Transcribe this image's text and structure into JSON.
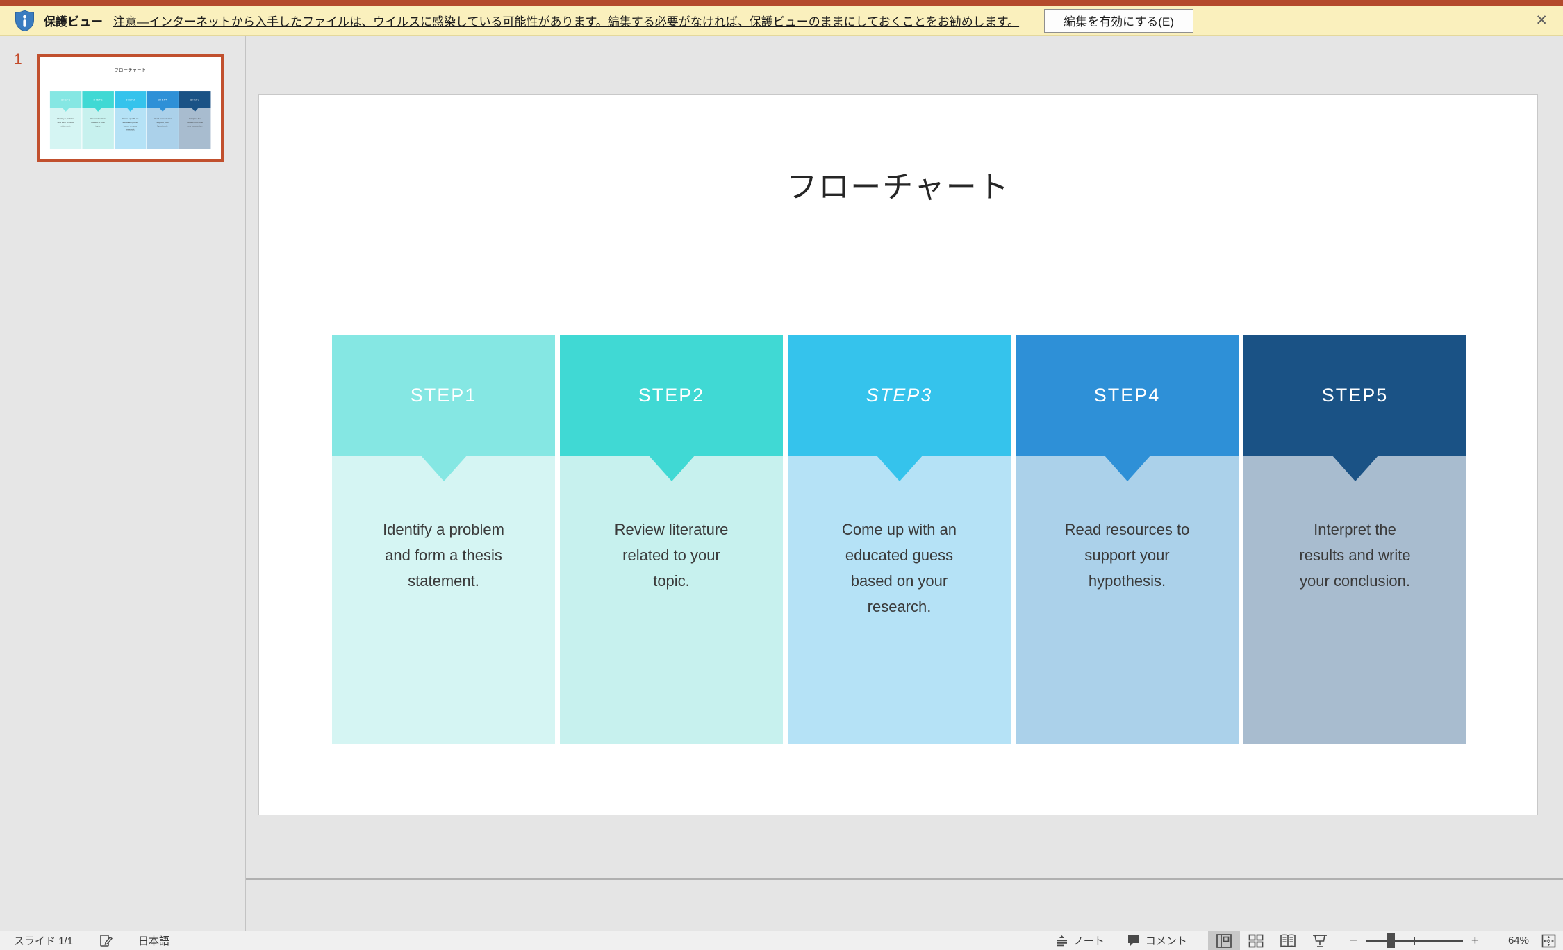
{
  "protected_view_bar": {
    "label": "保護ビュー",
    "message": "注意—インターネットから入手したファイルは、ウイルスに感染している可能性があります。編集する必要がなければ、保護ビューのままにしておくことをお勧めします。",
    "enable_button": "編集を有効にする(E)",
    "close_glyph": "✕",
    "bar_color": "#faf0bd",
    "strip_color": "#b44a2c",
    "shield_color": "#3a7cc0"
  },
  "thumbnail_panel": {
    "slide_number": "1",
    "selected_border_color": "#c1502e"
  },
  "slide": {
    "title": "フローチャート",
    "steps": [
      {
        "label": "STEP1",
        "text": "Identify a problem and form a thesis statement.",
        "header_color": "#85e7e3",
        "body_color": "#d5f5f3",
        "italic": false
      },
      {
        "label": "STEP2",
        "text": "Review literature related to your topic.",
        "header_color": "#40d9d4",
        "body_color": "#c7f1ee",
        "italic": false
      },
      {
        "label": "STEP3",
        "text": "Come up with an educated guess based on your research.",
        "header_color": "#35c3ec",
        "body_color": "#b5e2f6",
        "italic": true
      },
      {
        "label": "STEP4",
        "text": "Read resources to support your hypothesis.",
        "header_color": "#2e90d7",
        "body_color": "#abd1ea",
        "italic": false
      },
      {
        "label": "STEP5",
        "text": "Interpret the results and write your conclusion.",
        "header_color": "#1a5285",
        "body_color": "#a8bccf",
        "italic": false
      }
    ]
  },
  "status_bar": {
    "slide_counter": "スライド 1/1",
    "language": "日本語",
    "notes_label": "ノート",
    "comments_label": "コメント",
    "zoom_minus_glyph": "−",
    "zoom_plus_glyph": "+",
    "zoom_level": "64%",
    "icons": [
      "spellcheck-icon",
      "notes-icon",
      "comments-icon",
      "normal-view-icon",
      "slide-sorter-icon",
      "reading-view-icon",
      "slideshow-icon",
      "fit-to-window-icon"
    ]
  }
}
